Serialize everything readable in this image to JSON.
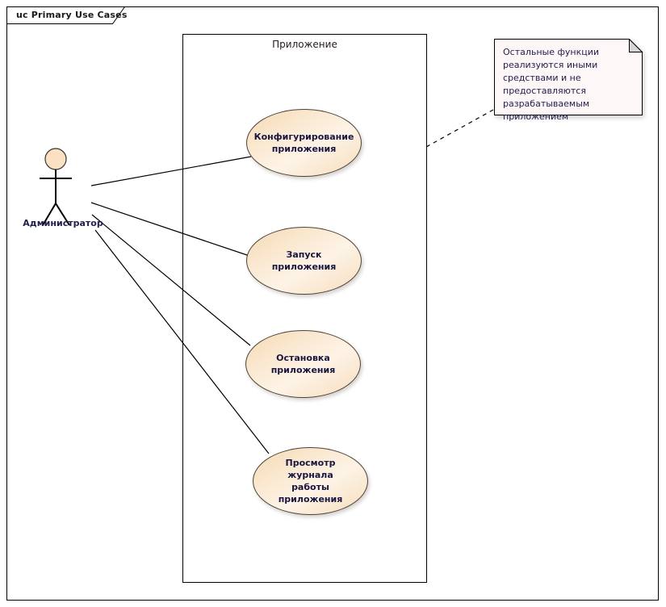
{
  "diagram": {
    "kind": "uml-use-case-diagram",
    "frame_title": "uc Primary Use Cases",
    "language": "ru"
  },
  "boundary": {
    "label": "Приложение"
  },
  "actor": {
    "name": "Администратор",
    "icon": "stick-figure-actor-icon"
  },
  "use_cases": [
    {
      "id": "uc-configure",
      "label": "Конфигурирование\nприложения"
    },
    {
      "id": "uc-start",
      "label": "Запуск приложения"
    },
    {
      "id": "uc-stop",
      "label": "Остановка\nприложения"
    },
    {
      "id": "uc-log",
      "label": "Просмотр журнала\nработы приложения"
    }
  ],
  "note": {
    "text": "Остальные функции реализуются иными средствами и не предоставляются разрабатываемым приложением"
  },
  "colors": {
    "usecase_fill_light": "#fdf3e6",
    "usecase_fill_dark": "#f6d9b4",
    "usecase_stroke": "#4d4336",
    "actor_head_fill": "#fae1c2",
    "note_fill": "#fdf7f7",
    "note_fold_fill": "#d6d6d6",
    "line_stroke": "#000000",
    "label_text": "#191640"
  }
}
